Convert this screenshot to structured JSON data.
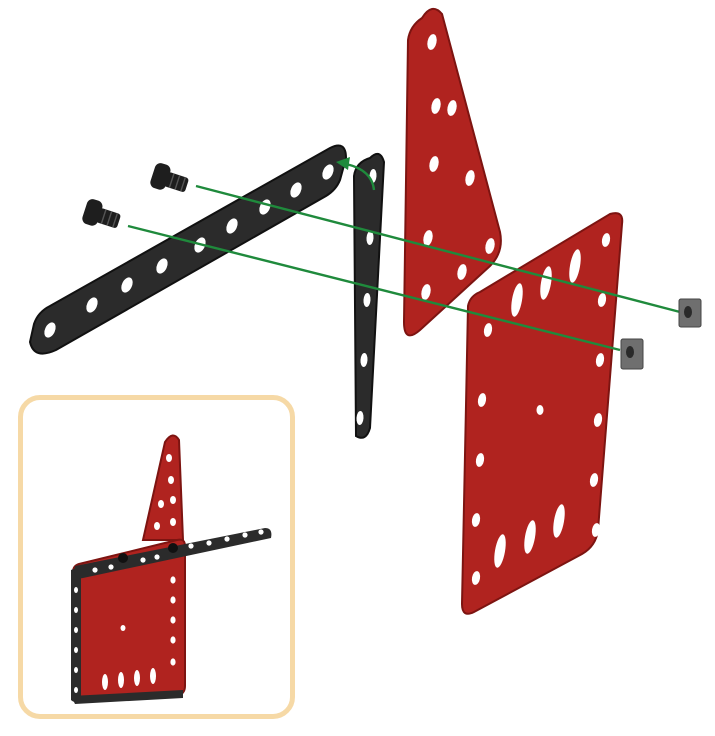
{
  "diagram": {
    "colors": {
      "red_plate": "#b0231f",
      "red_plate_edge": "#7d1411",
      "black_strip": "#2b2b2b",
      "black_strip_edge": "#111111",
      "bolt": "#1e1e1e",
      "nut": "#6f6f6f",
      "guide_line": "#1f8a3c",
      "inset_border": "#f6d9a6"
    },
    "parts": [
      {
        "name": "long-strip",
        "kind": "black-strip",
        "holes": 9
      },
      {
        "name": "short-strip",
        "kind": "black-strip",
        "holes": 5
      },
      {
        "name": "triangular-plate",
        "kind": "red-plate"
      },
      {
        "name": "flat-plate",
        "kind": "red-plate"
      },
      {
        "name": "bolt",
        "count": 2
      },
      {
        "name": "nut",
        "count": 2
      }
    ],
    "inset": {
      "shows": "assembled-result"
    }
  }
}
